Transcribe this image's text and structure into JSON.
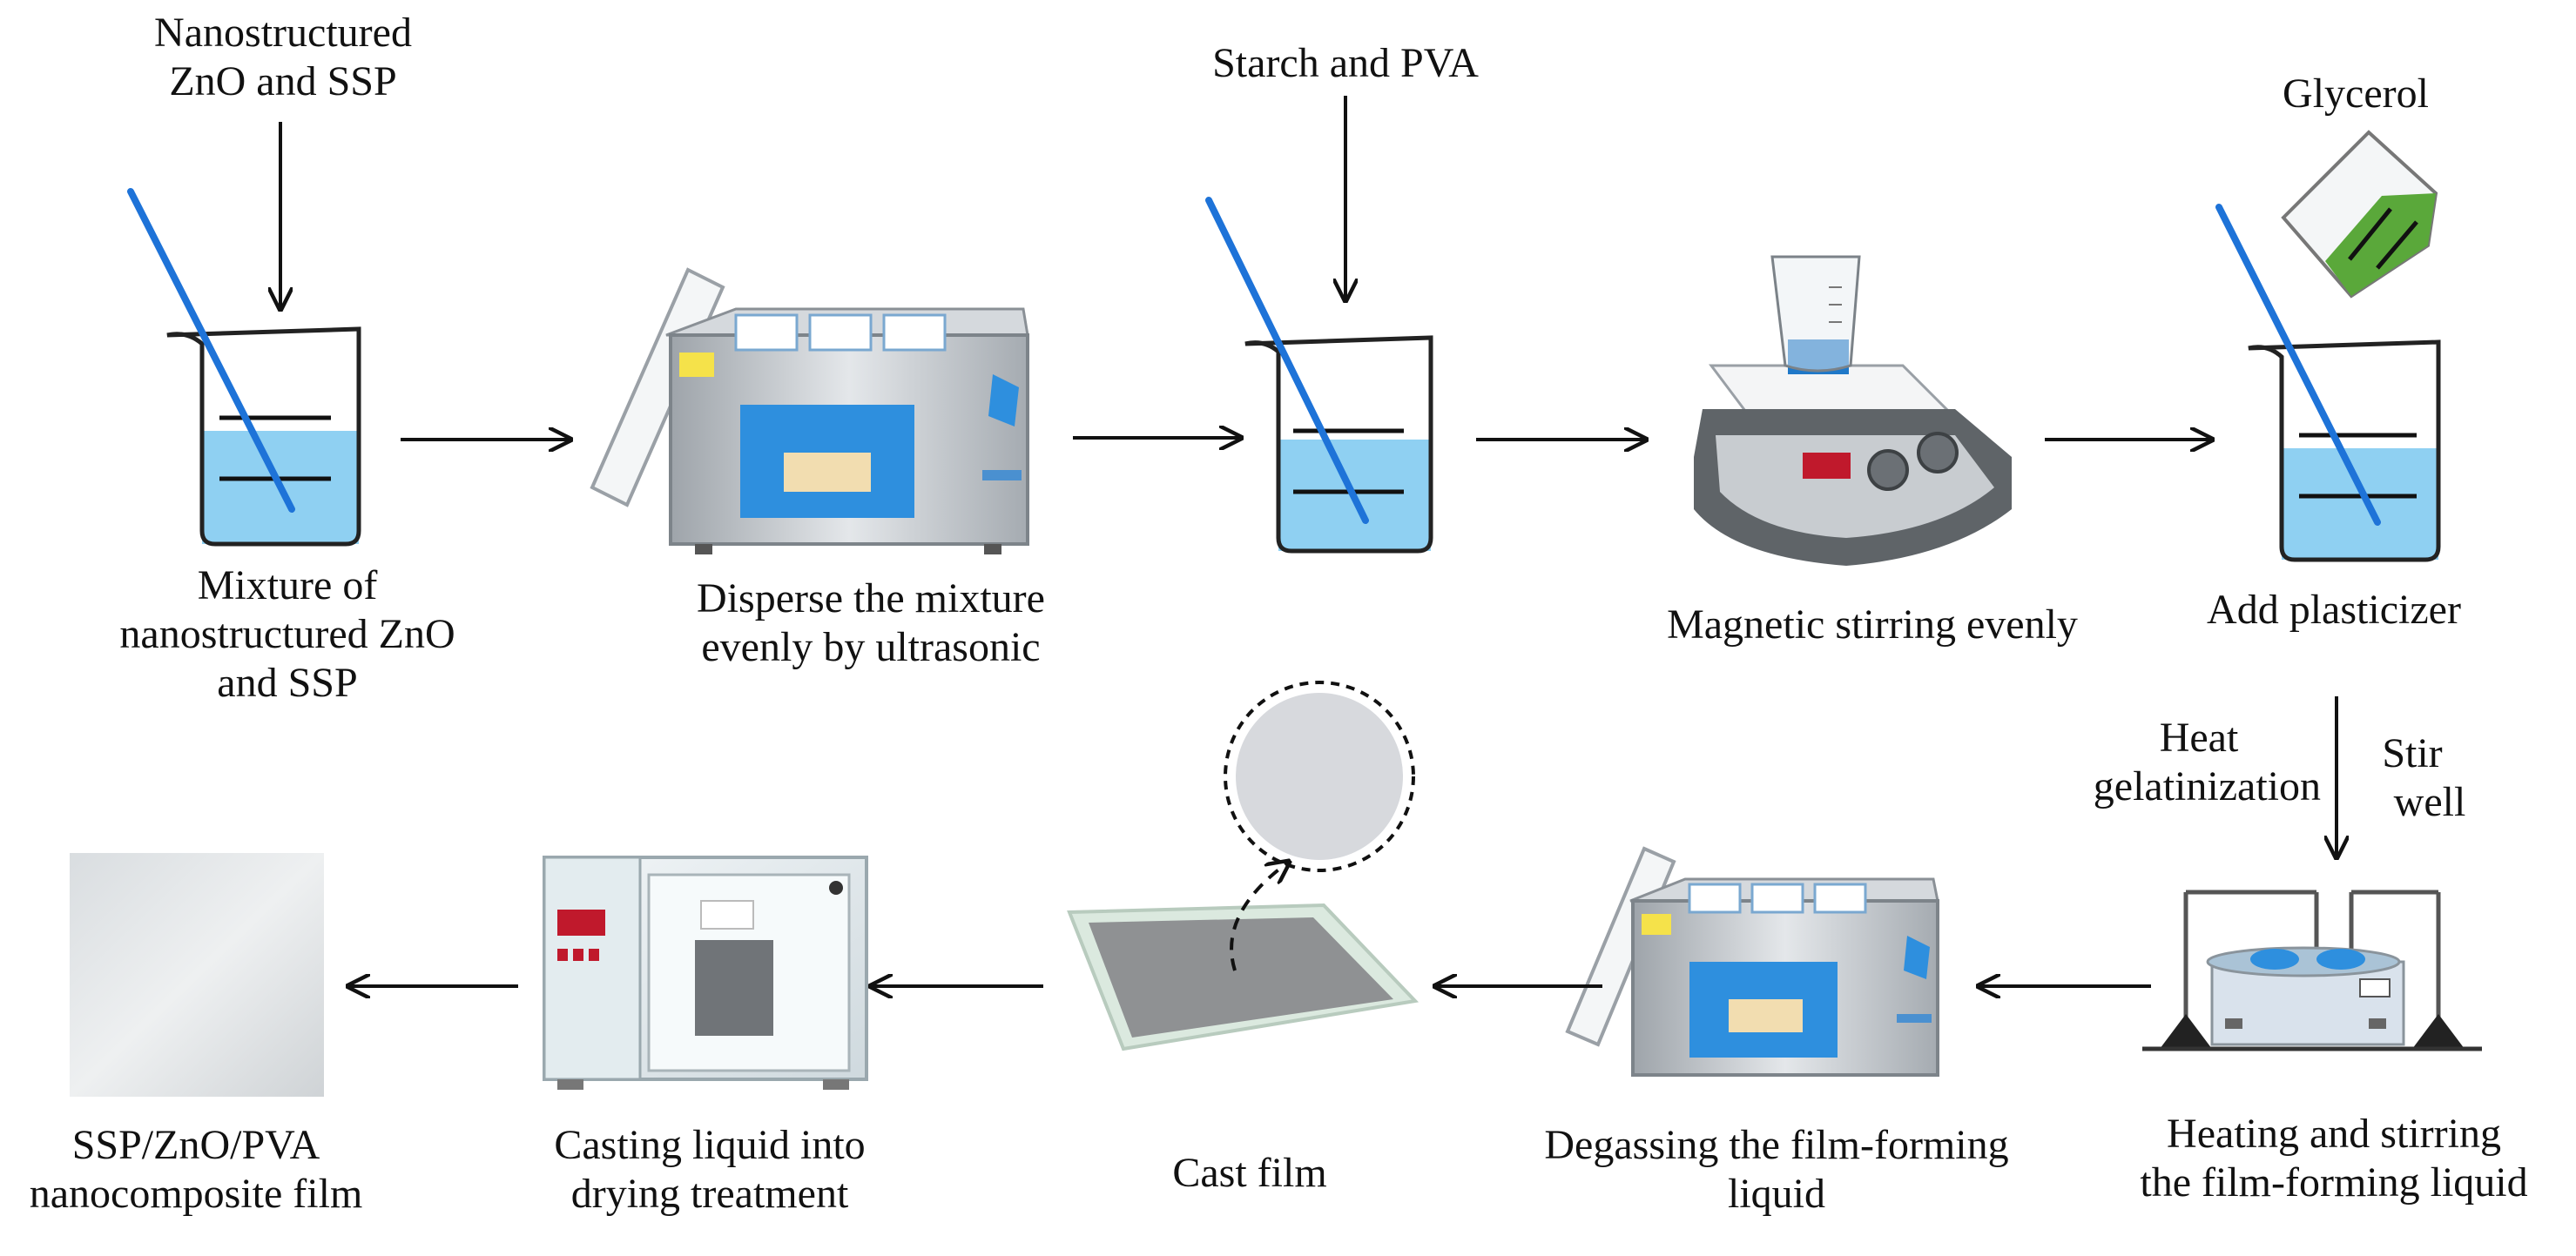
{
  "inputs": {
    "zno_ssp": [
      "Nanostructured",
      "ZnO and SSP"
    ],
    "starch_pva": [
      "Starch and PVA"
    ],
    "glycerol": [
      "Glycerol"
    ]
  },
  "steps": {
    "mixture": [
      "Mixture of",
      "nanostructured ZnO",
      "and SSP"
    ],
    "disperse": [
      "Disperse the mixture",
      "evenly by ultrasonic"
    ],
    "magnetic": [
      "Magnetic stirring evenly"
    ],
    "plasticizer": [
      "Add plasticizer"
    ],
    "heating": [
      "Heating and stirring",
      "the film-forming liquid"
    ],
    "degassing": [
      "Degassing the film-forming",
      "liquid"
    ],
    "cast": [
      "Cast film"
    ],
    "drying": [
      "Casting liquid into",
      "drying treatment"
    ],
    "film": [
      "SSP/ZnO/PVA",
      "nanocomposite film"
    ]
  },
  "conditions": {
    "heat": [
      "Heat",
      "gelatinization"
    ],
    "stir": [
      "Stir",
      "well"
    ]
  },
  "colors": {
    "liquid": "#8fd0f2",
    "rod": "#1e73d8",
    "glycerol": "#5aa83a",
    "panel": "#2e8fde",
    "label_pad": "#f2ddb0",
    "steel": "#c9cdd2",
    "arrow": "#111111"
  }
}
